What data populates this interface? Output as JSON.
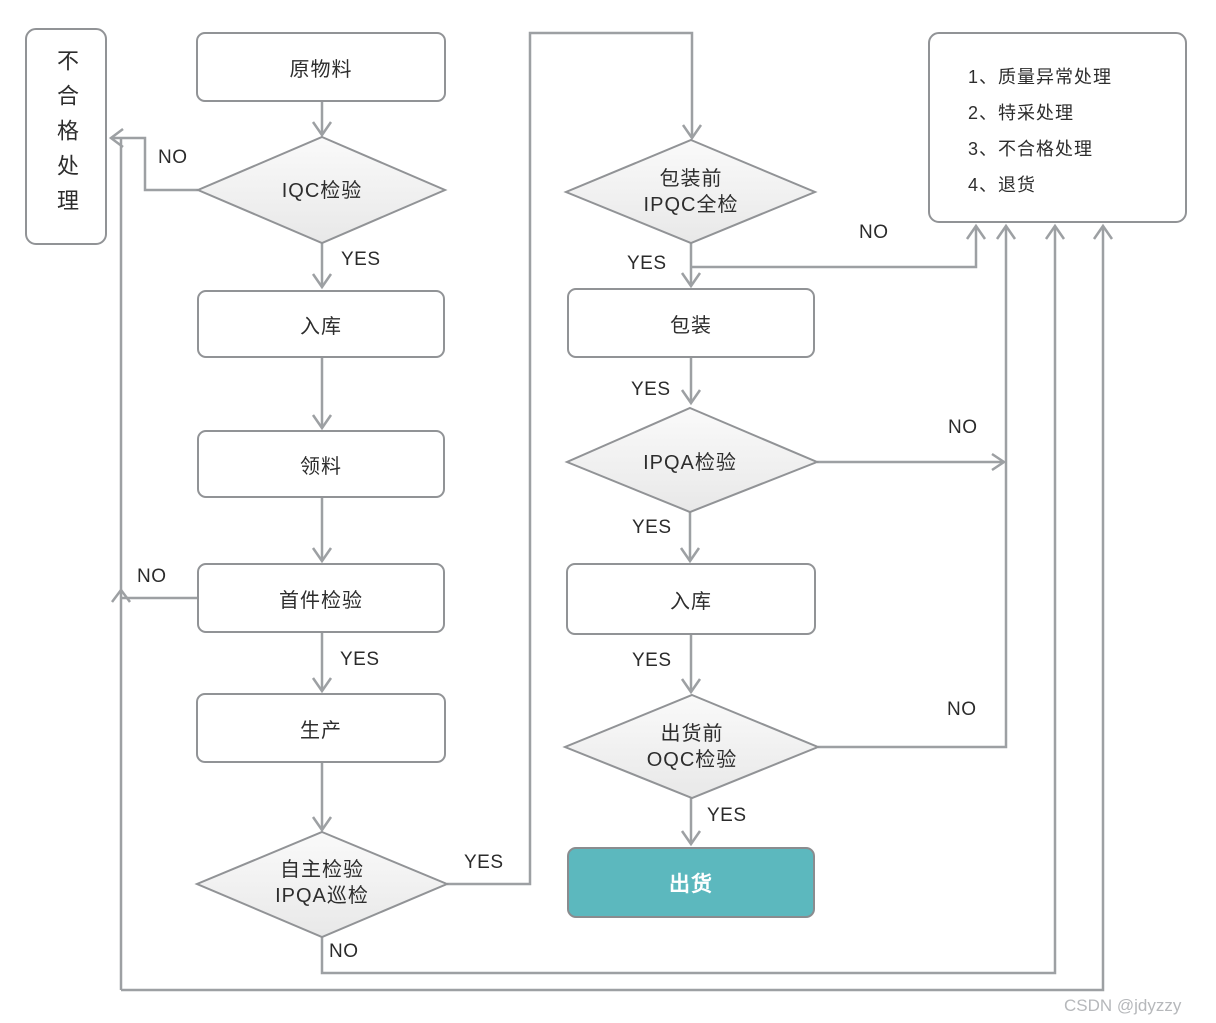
{
  "flowchart": {
    "nodes": {
      "nonconforming_handling": {
        "label": "不合格处理"
      },
      "raw_material": {
        "label": "原物料"
      },
      "iqc_inspection": {
        "label": "IQC检验"
      },
      "warehouse_in_1": {
        "label": "入库"
      },
      "material_picking": {
        "label": "领料"
      },
      "first_article_inspection": {
        "label": "首件检验"
      },
      "production": {
        "label": "生产"
      },
      "self_inspection": {
        "label_line1": "自主检验",
        "label_line2": "IPQA巡检"
      },
      "pre_packing_inspection": {
        "label_line1": "包装前",
        "label_line2": "IPQC全检"
      },
      "packing": {
        "label": "包装"
      },
      "ipqa_inspection": {
        "label": "IPQA检验"
      },
      "warehouse_in_2": {
        "label": "入库"
      },
      "pre_ship_oqc_inspection": {
        "label_line1": "出货前",
        "label_line2": "OQC检验"
      },
      "shipment": {
        "label": "出货"
      },
      "handling_options": {
        "items": [
          "1、质量异常处理",
          "2、特采处理",
          "3、不合格处理",
          "4、退货"
        ]
      }
    },
    "labels": {
      "yes": "YES",
      "no": "NO"
    },
    "watermark": "CSDN @jdyzzy",
    "colors": {
      "line": "#9da0a3",
      "node_border": "#919396",
      "diamond_fill_top": "#fafafa",
      "diamond_fill_bottom": "#e8e8e8",
      "ship_fill": "#5cb8be",
      "text": "#2d2d2d",
      "watermark_text": "#b6b8bb"
    }
  }
}
